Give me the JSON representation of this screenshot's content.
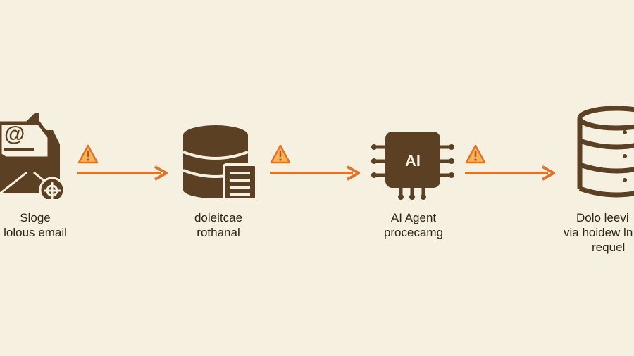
{
  "colors": {
    "background": "#f6f0e0",
    "icon": "#5b4023",
    "arrow": "#e0742c",
    "warning_fill": "#f4b45a",
    "warning_stroke": "#e0742c",
    "text": "#2f2418"
  },
  "nodes": [
    {
      "icon": "envelope-icon",
      "label_lines": [
        "Sloge",
        "lolous email"
      ]
    },
    {
      "icon": "database-document-icon",
      "label_lines": [
        "doleitcae",
        "rothanal"
      ]
    },
    {
      "icon": "ai-chip-icon",
      "chip_text": "AI",
      "label_lines": [
        "AI Agent",
        "procecamg"
      ]
    },
    {
      "icon": "database-icon",
      "label_lines": [
        "Dolo leevi",
        "via hoidew ln",
        "requel"
      ]
    }
  ],
  "arrows": [
    {
      "icon": "arrow-right-icon",
      "warning_icon": "warning-icon"
    },
    {
      "icon": "arrow-right-icon",
      "warning_icon": "warning-icon"
    },
    {
      "icon": "arrow-right-icon",
      "warning_icon": "warning-icon"
    }
  ]
}
